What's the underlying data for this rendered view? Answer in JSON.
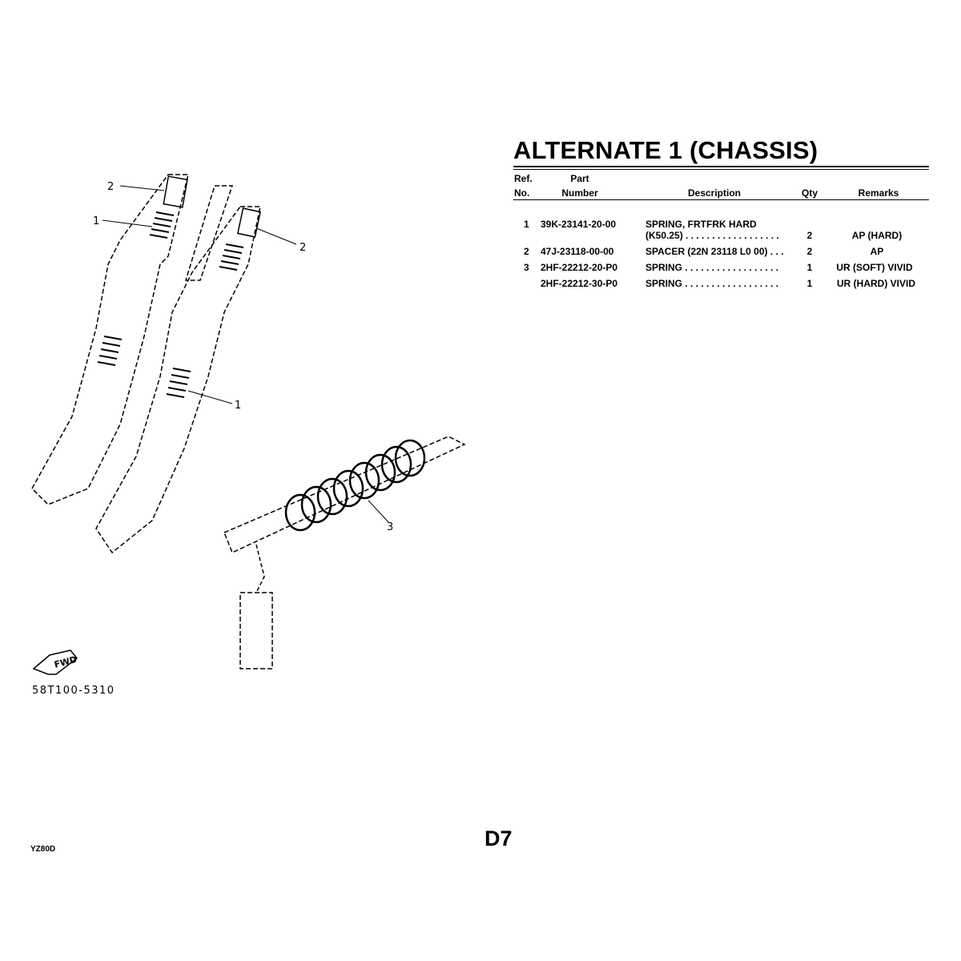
{
  "title": "ALTERNATE 1 (CHASSIS)",
  "table": {
    "headers": {
      "ref_line1": "Ref.",
      "ref_line2": "No.",
      "part_line1": "Part",
      "part_line2": "Number",
      "description": "Description",
      "qty": "Qty",
      "remarks": "Remarks"
    },
    "rows": [
      {
        "ref": "1",
        "part_number": "39K-23141-20-00",
        "description_line1": "SPRING, FRTFRK HARD",
        "description_line2": "(K50.25)  . . . . . . . . . . . . . . . . . .",
        "qty": "2",
        "remarks": "AP (HARD)"
      },
      {
        "ref": "2",
        "part_number": "47J-23118-00-00",
        "description": "SPACER (22N 23118 L0 00)  . . .",
        "qty": "2",
        "remarks": "AP"
      },
      {
        "ref": "3",
        "part_number": "2HF-22212-20-P0",
        "description": "SPRING  . . . . . . . . . . . . . . . . . .",
        "qty": "1",
        "remarks": "UR (SOFT) VIVID"
      },
      {
        "ref": "",
        "part_number": "2HF-22212-30-P0",
        "description": "SPRING  . . . . . . . . . . . . . . . . . .",
        "qty": "1",
        "remarks": "UR (HARD) VIVID"
      }
    ]
  },
  "diagram": {
    "callouts": [
      "2",
      "1",
      "2",
      "1",
      "3"
    ],
    "fwd_label": "FWD",
    "code": "58T100-5310"
  },
  "footer": {
    "page": "D7",
    "model": "YZ80D"
  }
}
